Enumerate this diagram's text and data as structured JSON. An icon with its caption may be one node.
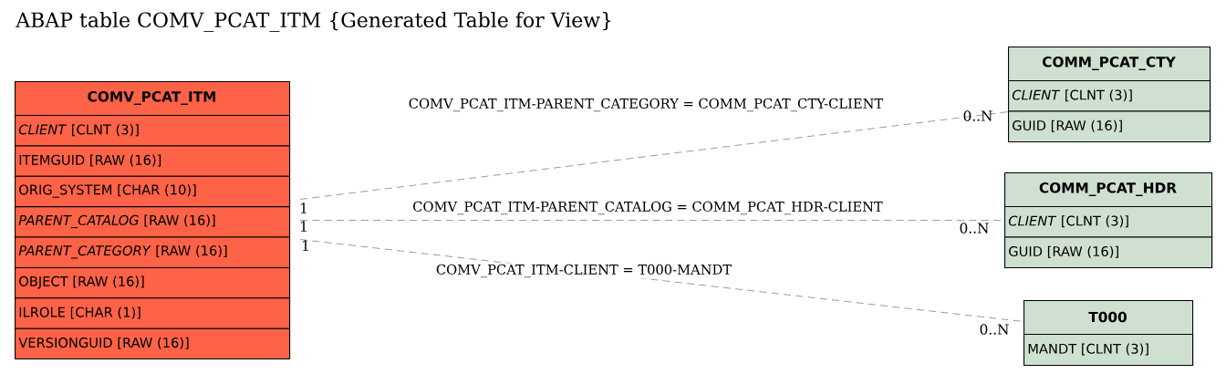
{
  "diagram": {
    "title": "ABAP table COMV_PCAT_ITM {Generated Table for View}",
    "nodes": [
      {
        "text": [
          "COMV_PCAT_ITM"
        ]
      },
      {
        "text": [
          "*CLIENT* [CLNT (3)]"
        ],
        "in": 0
      },
      {
        "text": [
          "ITEMGUID [RAW (16)]"
        ],
        "in": 0
      },
      {
        "text": [
          "ORIG_SYSTEM [CHAR (10)]"
        ],
        "in": 0
      },
      {
        "text": [
          "*PARENT_CATALOG* [RAW (16)]"
        ],
        "in": 0
      },
      {
        "text": [
          "*PARENT_CATEGORY* [RAW (16)]"
        ],
        "in": 0
      },
      {
        "text": [
          "OBJECT [RAW (16)]"
        ],
        "in": 0
      },
      {
        "text": [
          "ILROLE [CHAR (1)]"
        ],
        "in": 0
      },
      {
        "text": [
          "VERSIONGUID [RAW (16)]"
        ],
        "in": 0
      },
      {
        "text": [
          "COMM_PCAT_CTY"
        ]
      },
      {
        "text": [
          "*CLIENT* [CLNT (3)]"
        ],
        "in": 9
      },
      {
        "text": [
          "GUID [RAW (16)]"
        ],
        "in": 9
      },
      {
        "text": [
          "COMM_PCAT_HDR"
        ]
      },
      {
        "text": [
          "*CLIENT* [CLNT (3)]"
        ],
        "in": 12
      },
      {
        "text": [
          "GUID [RAW (16)]"
        ],
        "in": 12
      },
      {
        "text": [
          "T000"
        ]
      },
      {
        "text": [
          "MANDT [CLNT (3)]"
        ],
        "in": 15
      }
    ],
    "edges": [
      {
        "from": 0,
        "to": 9,
        "arrow": "none",
        "style": "dashed",
        "label": "COMV_PCAT_ITM-PARENT_CATEGORY = COMM_PCAT_CTY-CLIENT"
      },
      {
        "from": 0,
        "to": 12,
        "arrow": "none",
        "style": "dashed",
        "label": "COMV_PCAT_ITM-PARENT_CATALOG = COMM_PCAT_HDR-CLIENT"
      },
      {
        "from": 0,
        "to": 15,
        "arrow": "none",
        "style": "dashed",
        "label": "COMV_PCAT_ITM-CLIENT = T000-MANDT"
      }
    ],
    "labels": [
      "1",
      "1",
      "1",
      "0..N",
      "0..N",
      "0..N"
    ]
  }
}
